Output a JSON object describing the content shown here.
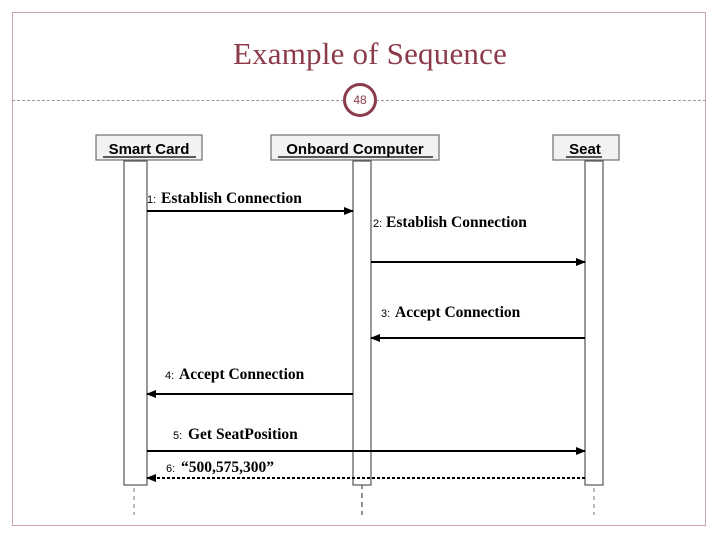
{
  "slide": {
    "title": "Example of Sequence",
    "page_number": "48"
  },
  "colors": {
    "accent": "#8c3b4a",
    "frame": "#c9a3ad",
    "rule": "#9a9a9a",
    "ink": "#000000"
  },
  "diagram": {
    "objects": [
      {
        "id": "smart-card",
        "label": "Smart Card"
      },
      {
        "id": "onboard-computer",
        "label": "Onboard Computer"
      },
      {
        "id": "seat",
        "label": "Seat"
      }
    ],
    "messages": [
      {
        "number": "1:",
        "label": "Establish  Connection",
        "from": "smart-card",
        "to": "onboard-computer",
        "style": "solid"
      },
      {
        "number": "2:",
        "label": "Establish  Connection",
        "from": "onboard-computer",
        "to": "seat",
        "style": "solid"
      },
      {
        "number": "3:",
        "label": "Accept Connection",
        "from": "seat",
        "to": "onboard-computer",
        "style": "solid"
      },
      {
        "number": "4:",
        "label": "Accept Connection",
        "from": "onboard-computer",
        "to": "smart-card",
        "style": "solid"
      },
      {
        "number": "5:",
        "label": "Get SeatPosition",
        "from": "smart-card",
        "to": "seat",
        "style": "solid"
      },
      {
        "number": "6:",
        "label": "“500,575,300”",
        "from": "seat",
        "to": "smart-card",
        "style": "dashed"
      }
    ]
  }
}
